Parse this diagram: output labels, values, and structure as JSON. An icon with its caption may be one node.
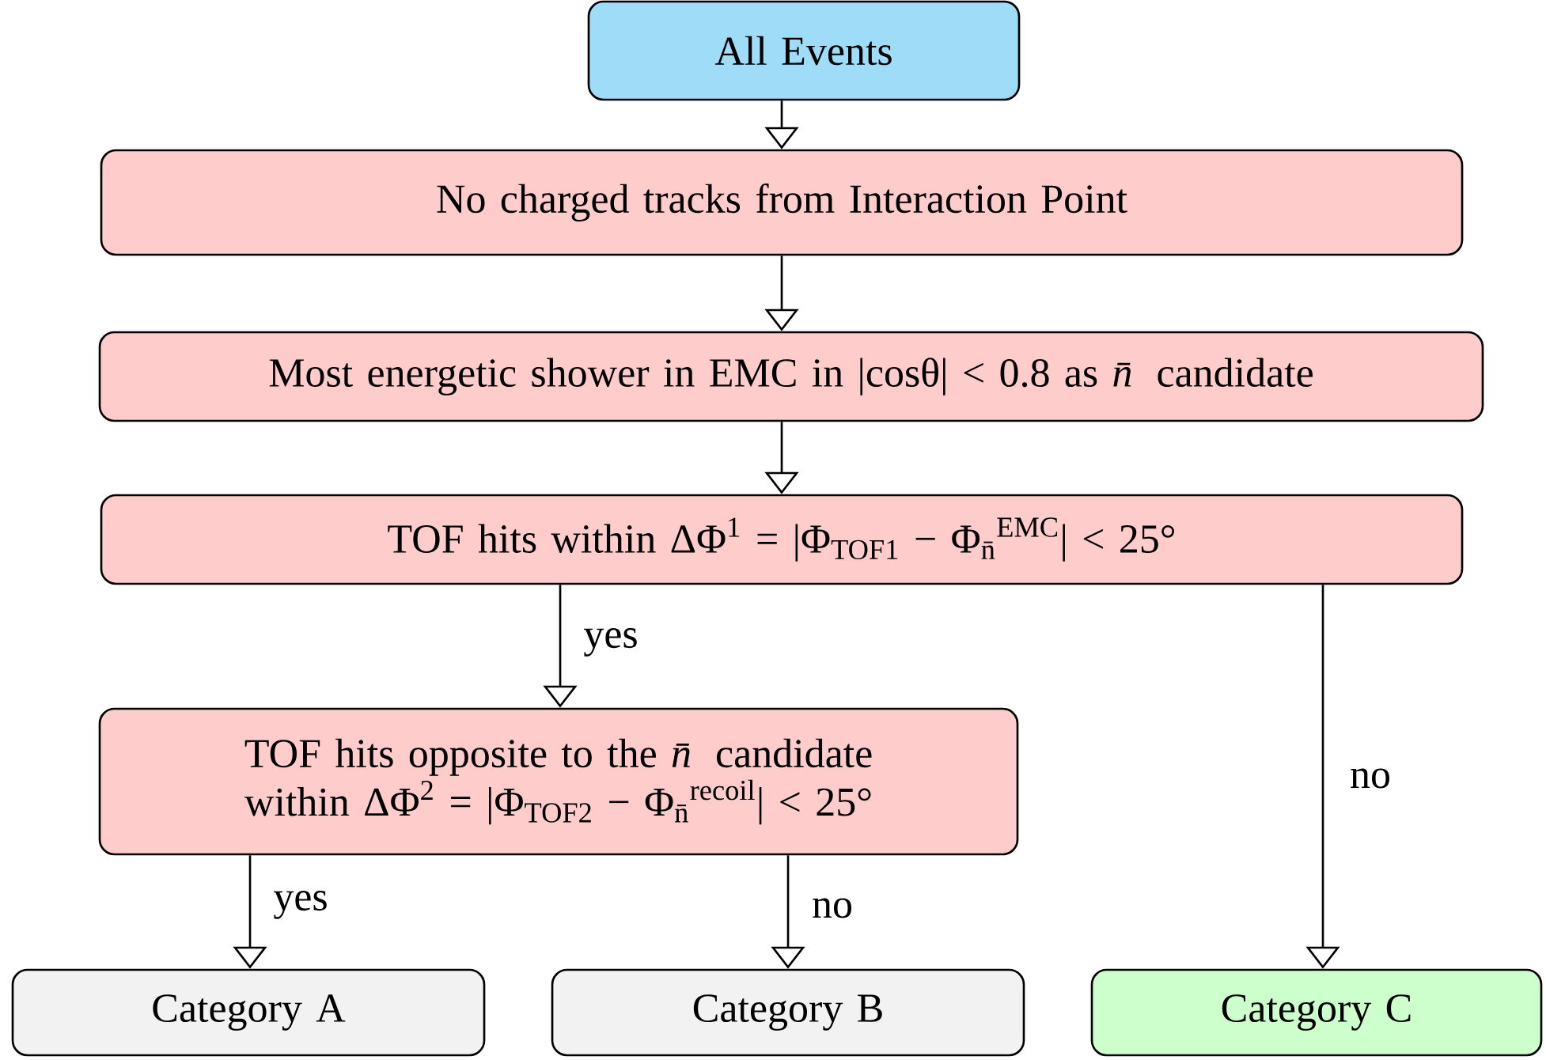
{
  "diagram": {
    "nodes": [
      {
        "text": [
          "All Events"
        ]
      },
      {
        "text": [
          "No charged tracks from Interaction Point"
        ]
      },
      {
        "text": [
          "Most energetic shower in EMC in |cosθ| < 0.8 as *n̄* candidate"
        ]
      },
      {
        "text": [
          "TOF hits within ΔΦ$^{1}$ = |Φ$_{TOF1}$ − Φ$_{n̄}$$^{EMC}$| < 25°"
        ]
      },
      {
        "text": [
          "TOF hits opposite to the *n̄* candidate within ΔΦ$^{2}$ = |Φ$_{TOF2}$ − Φ$_{n̄}$$^{recoil}$| < 25°"
        ]
      },
      {
        "text": [
          "Category A"
        ]
      },
      {
        "text": [
          "Category B"
        ]
      },
      {
        "text": [
          "Category C"
        ]
      }
    ],
    "edges": [
      {
        "from": 0,
        "to": 1,
        "arrow": "to"
      },
      {
        "from": 1,
        "to": 2,
        "arrow": "to"
      },
      {
        "from": 2,
        "to": 3,
        "arrow": "to"
      },
      {
        "from": 3,
        "to": 4,
        "arrow": "to",
        "label": "yes"
      },
      {
        "from": 3,
        "to": 7,
        "arrow": "to",
        "label": "no"
      },
      {
        "from": 4,
        "to": 5,
        "arrow": "to",
        "label": "yes"
      },
      {
        "from": 4,
        "to": 6,
        "arrow": "to",
        "label": "no"
      }
    ]
  }
}
